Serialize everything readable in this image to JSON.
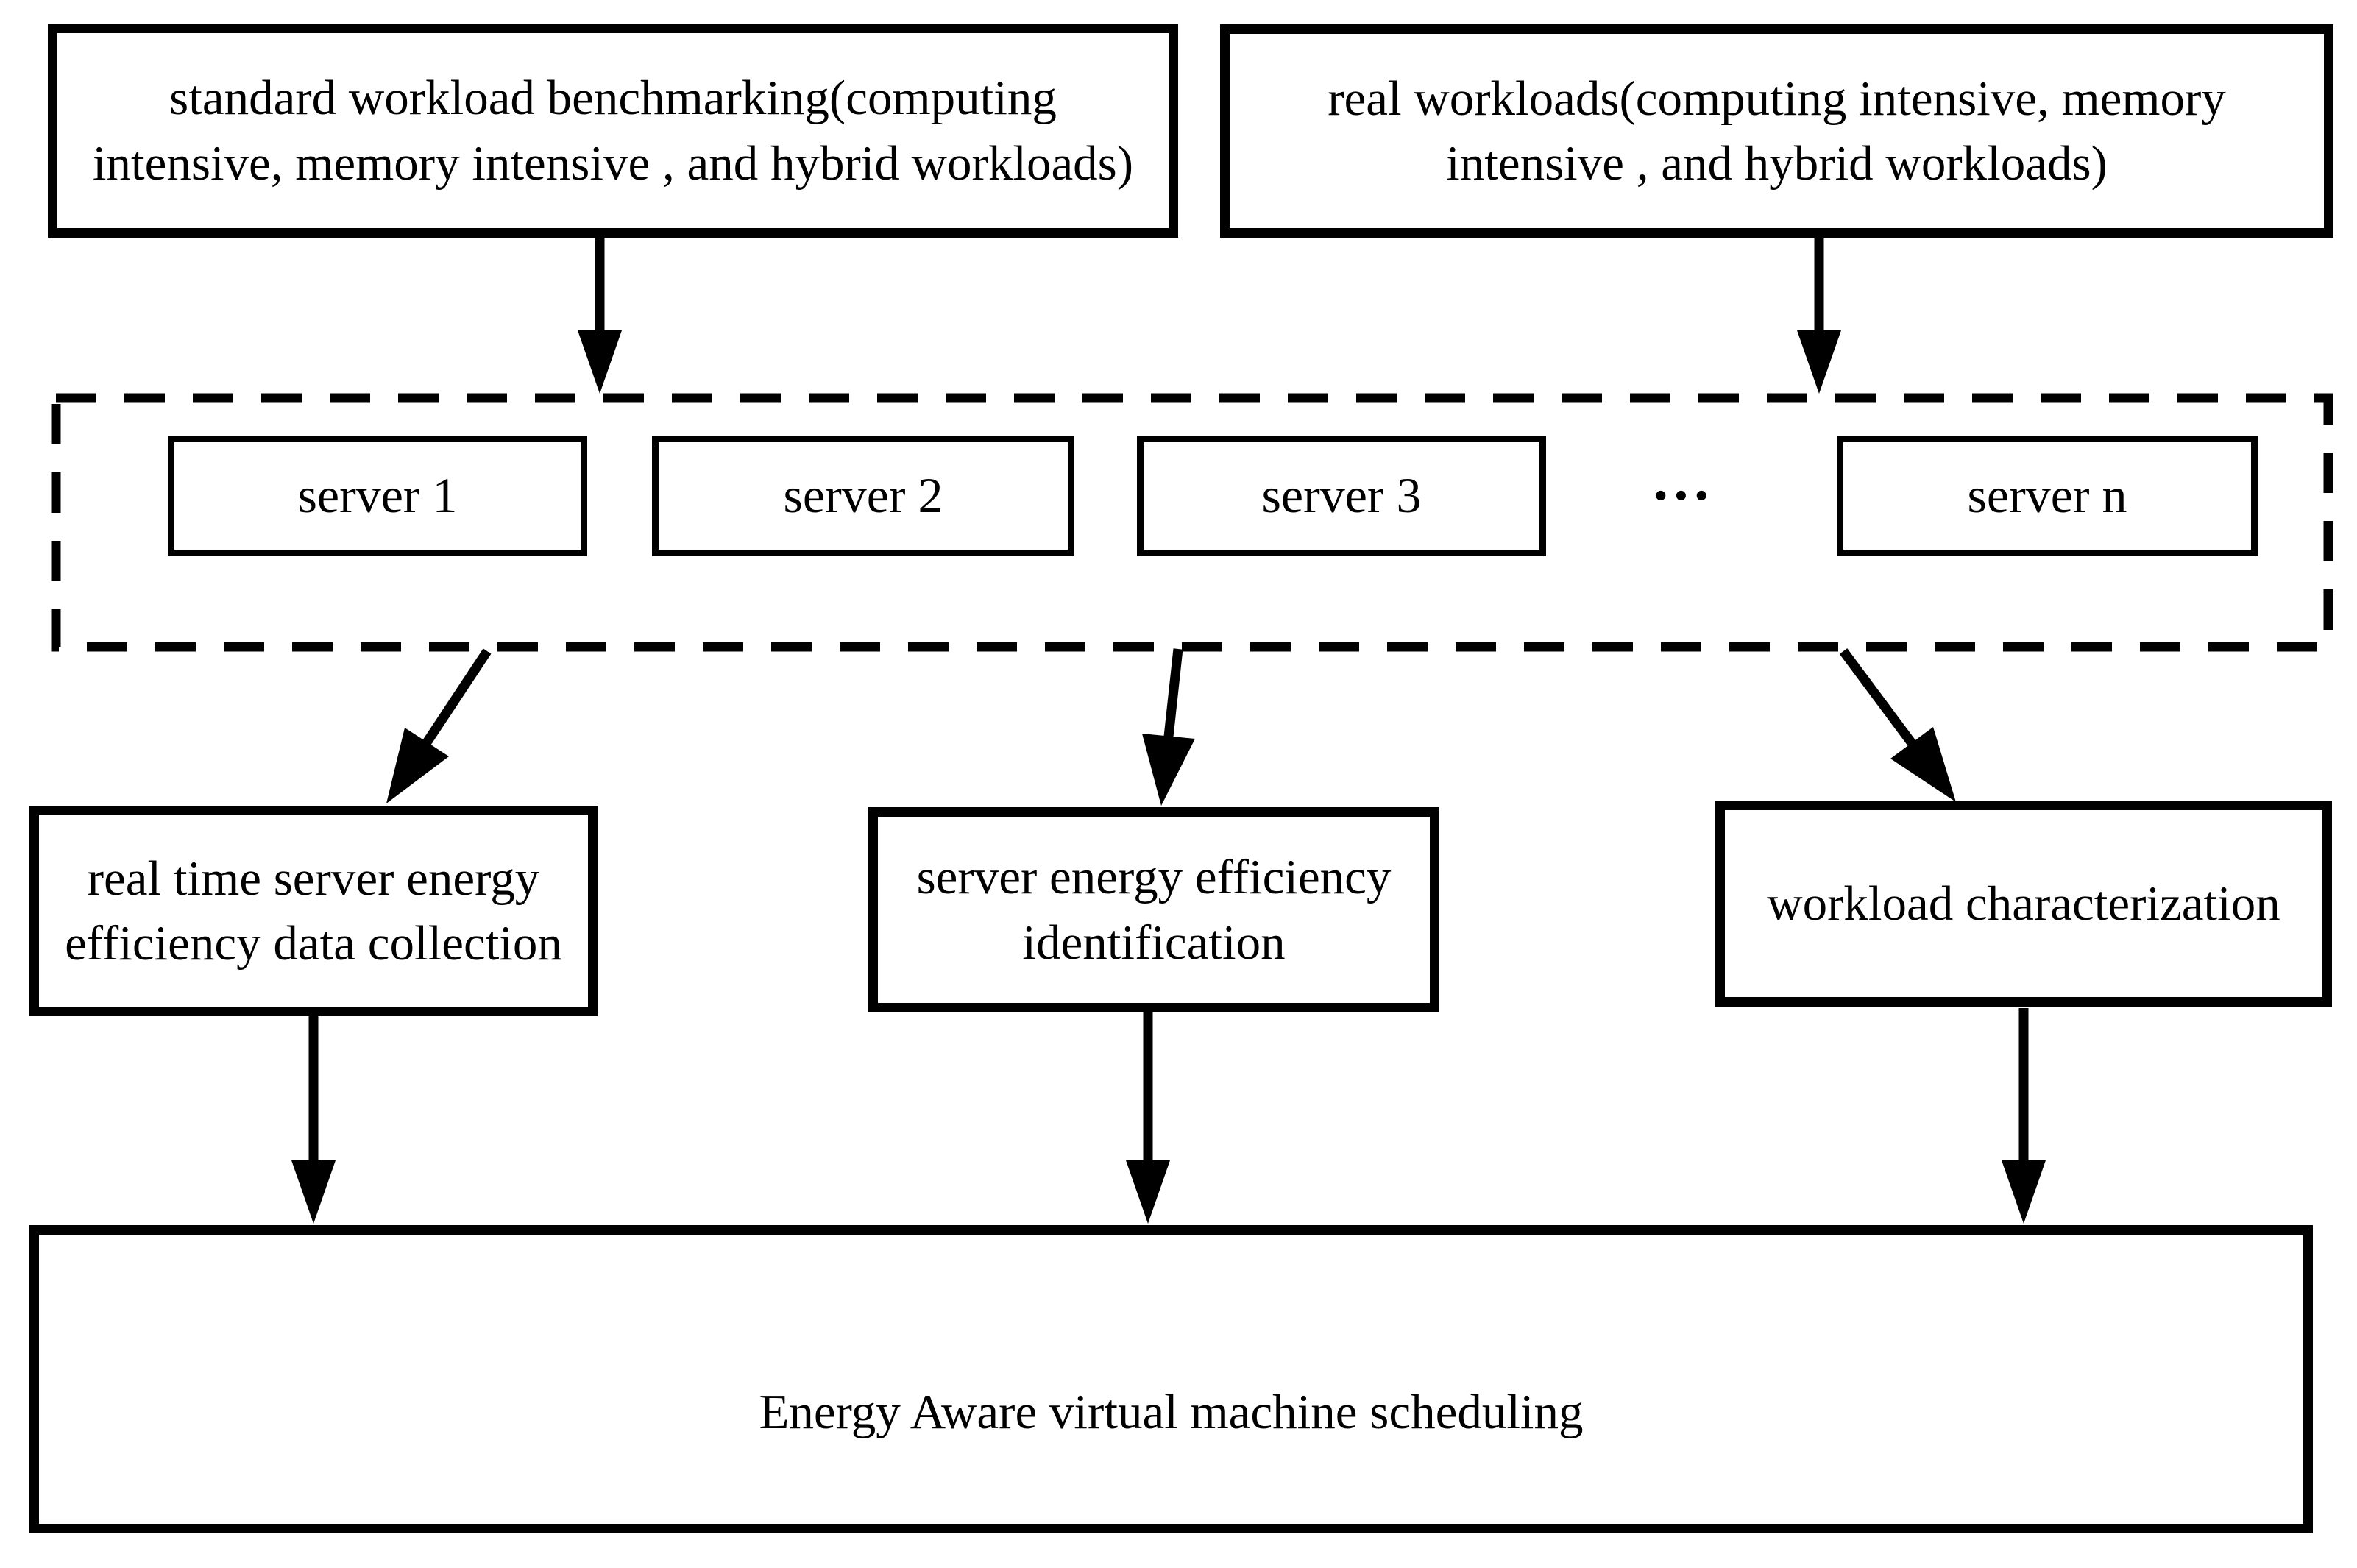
{
  "diagram": {
    "top_row": {
      "standard_workload_box": "standard workload benchmarking(computing intensive, memory intensive , and hybrid workloads)",
      "real_workload_box": "real workloads(computing intensive, memory intensive , and hybrid workloads)"
    },
    "server_pool": {
      "servers": [
        "server 1",
        "server 2",
        "server 3",
        "server n"
      ],
      "ellipsis": "···"
    },
    "middle_row": {
      "data_collection_box": "real time server energy efficiency data collection",
      "identification_box": "server energy efficiency identification",
      "characterization_box": "workload characterization"
    },
    "bottom_row": {
      "scheduler_box": "Energy Aware virtual machine scheduling"
    },
    "colors": {
      "line": "#000000",
      "background": "#ffffff",
      "text": "#000000"
    }
  }
}
